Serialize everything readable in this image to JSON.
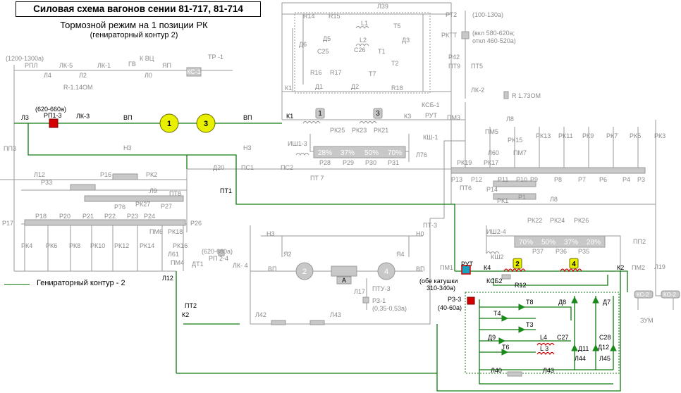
{
  "title": "Силовая схема вагонов сении 81-717, 81-714",
  "subtitle": "Тормозной режим на 1 позиции РК",
  "subtitle2": "(гениратоpный контур 2)",
  "legend_label": "Гениратоpный контур - 2",
  "colors": {
    "active": "#137a13",
    "inactive": "#9a9a9a",
    "element": "#c8c8c8",
    "coil": "#d4e800",
    "red": "#d40000",
    "diode": "#1a8a1a"
  },
  "labels": {
    "rp_range": "(1200-1300а)",
    "rpl": "РПЛ",
    "lk5": "ЛК-5",
    "lk1": "ЛК-1",
    "gv": "ГВ",
    "kvc": "К ВЦ",
    "yap": "ЯП",
    "ks1": "КС-1",
    "tr1": "ТР -1",
    "l4": "Л4",
    "l2": "Л2",
    "r114": "R-1.14ОМ",
    "l0": "Л0",
    "rp13_range": "(620-660а)",
    "rp13": "РП1-3",
    "l3": "Л3",
    "lk3": "ЛК-3",
    "vp1": "ВП",
    "vp2": "ВП",
    "m1": "1",
    "m3": "3",
    "k1": "К1",
    "pp3": "ПП3",
    "n3a": "Н3",
    "n3b": "Н3",
    "l39": "Л39",
    "r14": "R14",
    "r15": "R15",
    "l1": "L1",
    "t5": "Т5",
    "d6": "Д6",
    "d5": "Д5",
    "l2c": "L2",
    "d3": "Д3",
    "c25": "С25",
    "c26": "С26",
    "t1": "Т1",
    "t2": "Т2",
    "r16": "R16",
    "r17": "R17",
    "t7": "Т7",
    "d1": "Д1",
    "d2": "Д2",
    "r18": "R18",
    "k1b": "К1",
    "k3": "К3",
    "ksb1": "КСБ-1",
    "rut": "РУТ",
    "ksh1": "КШ-1",
    "pm3": "ПМ3",
    "l76": "Л76",
    "ish13": "ИШ1-3",
    "rk25": "РК25",
    "rk23": "РК23",
    "rk21": "РК21",
    "p28": "Р28",
    "p29": "Р29",
    "p30": "Р30",
    "p31": "Р31",
    "pct28": "28%",
    "pct37": "37%",
    "pct50": "50%",
    "pct70": "70%",
    "c1": "1",
    "c3": "3",
    "rt2": "РТ2",
    "rt2_range": "(100-130а)",
    "rktt": "РКТТ",
    "rktt_range1": "(вкл 580-620а;",
    "rktt_range2": "откл 460-520а)",
    "p42": "Р42",
    "pt9": "ПТ9",
    "pt5": "ПТ5",
    "lk2": "ЛК-2",
    "r173": "R 1.73ОМ",
    "l8": "Л8",
    "pm5": "ПМ5",
    "rk15": "РК15",
    "l60": "Л60",
    "pm7": "ПМ7",
    "rk13": "РК13",
    "rk11": "РК11",
    "rk9": "РК9",
    "rk7": "РК7",
    "rk5": "РК5",
    "rk3": "РК3",
    "rk19": "РК19",
    "rk17": "РК17",
    "p13": "Р13",
    "p12": "Р12",
    "p11": "Р11",
    "p10": "Р10",
    "p9": "Р9",
    "p8": "Р8",
    "p7": "Р7",
    "p6": "Р6",
    "p4": "Р4",
    "p3": "Р3",
    "pt6": "ПТ6",
    "p14": "Р14",
    "rk1": "РК1",
    "p1": "Р1",
    "l8b": "Л8",
    "d20": "Д20",
    "ps1": "ПС1",
    "ps2": "ПС2",
    "pt7": "ПТ 7",
    "pt1": "ПТ1",
    "l12": "Л12",
    "p16": "Р16",
    "rk2": "РК2",
    "p33": "Р33",
    "l9": "Л9",
    "pt8": "ПТ8",
    "p76": "Р76",
    "rk27": "РК27",
    "p27": "Р27",
    "p26": "Р26",
    "p17": "Р17",
    "p18": "Р18",
    "p20": "Р20",
    "p21": "Р21",
    "p22": "Р22",
    "p23": "Р23",
    "p24": "Р24",
    "pm6": "ПМ6",
    "rk18": "РК18",
    "rk4": "РК4",
    "rk6": "РК6",
    "rk8": "РК8",
    "rk10": "РК10",
    "rk12": "РК12",
    "rk14": "РК14",
    "rk16": "РК16",
    "l61": "Л61",
    "pm4": "ПМ4",
    "rp24_range": "(620-660а)",
    "rp24": "РП 2-4",
    "dt1": "ДТ1",
    "lk4": "ЛК- 4",
    "l12b": "Л12",
    "pt2": "ПТ2",
    "k2": "К2",
    "n3c": "Н3",
    "n0": "Н0",
    "pt3": "ПТ-3",
    "ya2": "Я2",
    "ya4": "Я4",
    "vp3": "ВП",
    "vp4": "ВП",
    "m2": "2",
    "m4": "4",
    "a": "А",
    "l17": "Л17",
    "ptu3": "ПТУ-3",
    "rz1": "РЗ-1",
    "rz1_range": "(0,35-0,53а)",
    "l42": "Л42",
    "l43": "Л43",
    "ish24": "ИШ2-4",
    "ksh2": "КШ2",
    "rk22": "РК22",
    "rk24": "РК24",
    "rk26": "РК26",
    "p37": "Р37",
    "p36": "Р36",
    "p35": "Р35",
    "pm1": "ПМ1",
    "rut2": "РУТ",
    "rut_note1": "(обе катушки",
    "rut_note2": "310-340а)",
    "k4": "К4",
    "c2": "2",
    "c4": "4",
    "k2b": "К2",
    "pm2": "ПМ2",
    "ksb2": "КСБ2",
    "r12": "R12",
    "rz3": "РЗ-3",
    "rz3_range": "(40-60а)",
    "t8": "Т8",
    "d8": "Д8",
    "d7": "Д7",
    "t4": "Т4",
    "t3": "Т3",
    "d9": "Д9",
    "l4c": "L4",
    "c27": "С27",
    "c28": "С28",
    "t6": "Т6",
    "l3c": "L 3",
    "d11": "Д11",
    "d12": "Д12",
    "l44": "Л44",
    "l45": "Л45",
    "l40": "Л40",
    "l43b": "Л43",
    "pp2": "ПП2",
    "l19": "Л19",
    "zum": "ЗУМ",
    "ks2": "КС-2",
    "ko2": "КО-2"
  }
}
